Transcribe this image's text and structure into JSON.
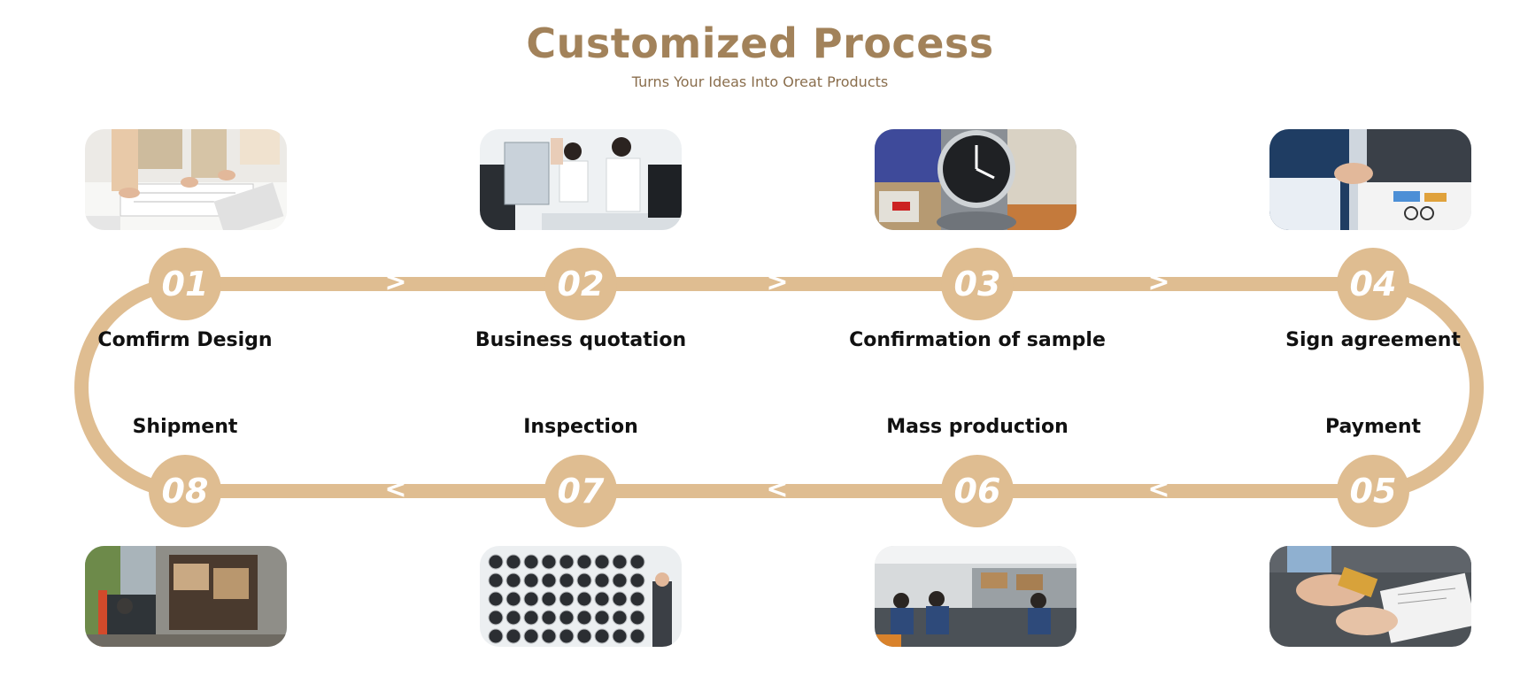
{
  "header": {
    "title": "Customized Process",
    "subtitle": "Turns Your Ideas Into Oreat Products"
  },
  "colors": {
    "title": "#a2825a",
    "track": "#dfbd91",
    "step_text": "#ffffff",
    "label_text": "#111111"
  },
  "steps": [
    {
      "number": "01",
      "label": "Comfirm Design",
      "image": "blueprint-design-photo"
    },
    {
      "number": "02",
      "label": "Business quotation",
      "image": "office-call-center-photo"
    },
    {
      "number": "03",
      "label": "Confirmation of sample",
      "image": "wall-clock-sample-photo"
    },
    {
      "number": "04",
      "label": "Sign agreement",
      "image": "handshake-agreement-photo"
    },
    {
      "number": "05",
      "label": "Payment",
      "image": "card-payment-photo"
    },
    {
      "number": "06",
      "label": "Mass production",
      "image": "factory-assembly-line-photo"
    },
    {
      "number": "07",
      "label": "Inspection",
      "image": "clock-inspection-wall-photo"
    },
    {
      "number": "08",
      "label": "Shipment",
      "image": "container-loading-photo"
    }
  ],
  "arrows": {
    "top": ">",
    "bottom": "<"
  }
}
